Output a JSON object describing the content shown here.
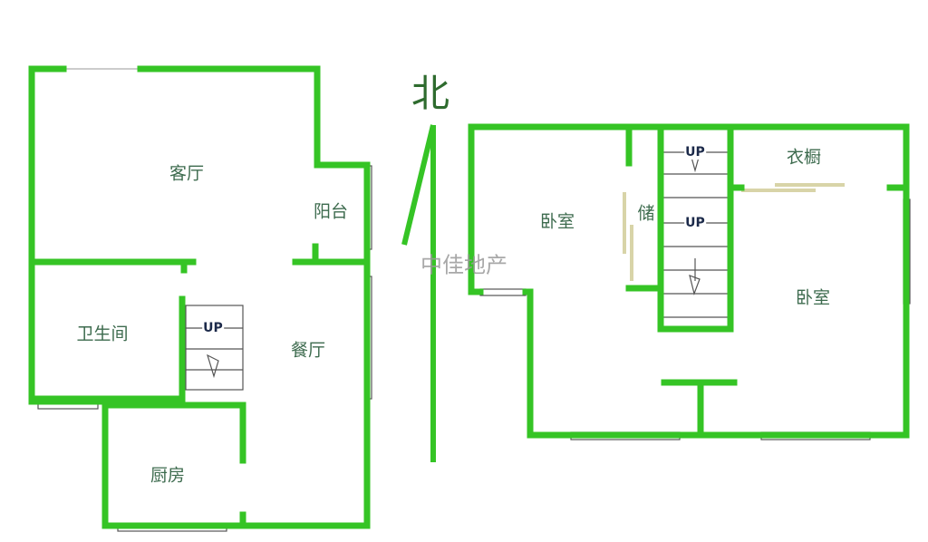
{
  "north_label": "北",
  "watermark": "中佳地产",
  "colors": {
    "wall": "#35c425",
    "label": "#3d6b4e"
  },
  "ground_floor": {
    "rooms": [
      "客厅",
      "阳台",
      "卫生间",
      "餐厅",
      "厨房"
    ],
    "stair_label": "UP"
  },
  "upper_floor": {
    "rooms": [
      "卧室",
      "储",
      "衣橱",
      "卧室"
    ],
    "stair_labels": [
      "UP",
      "UP"
    ]
  }
}
